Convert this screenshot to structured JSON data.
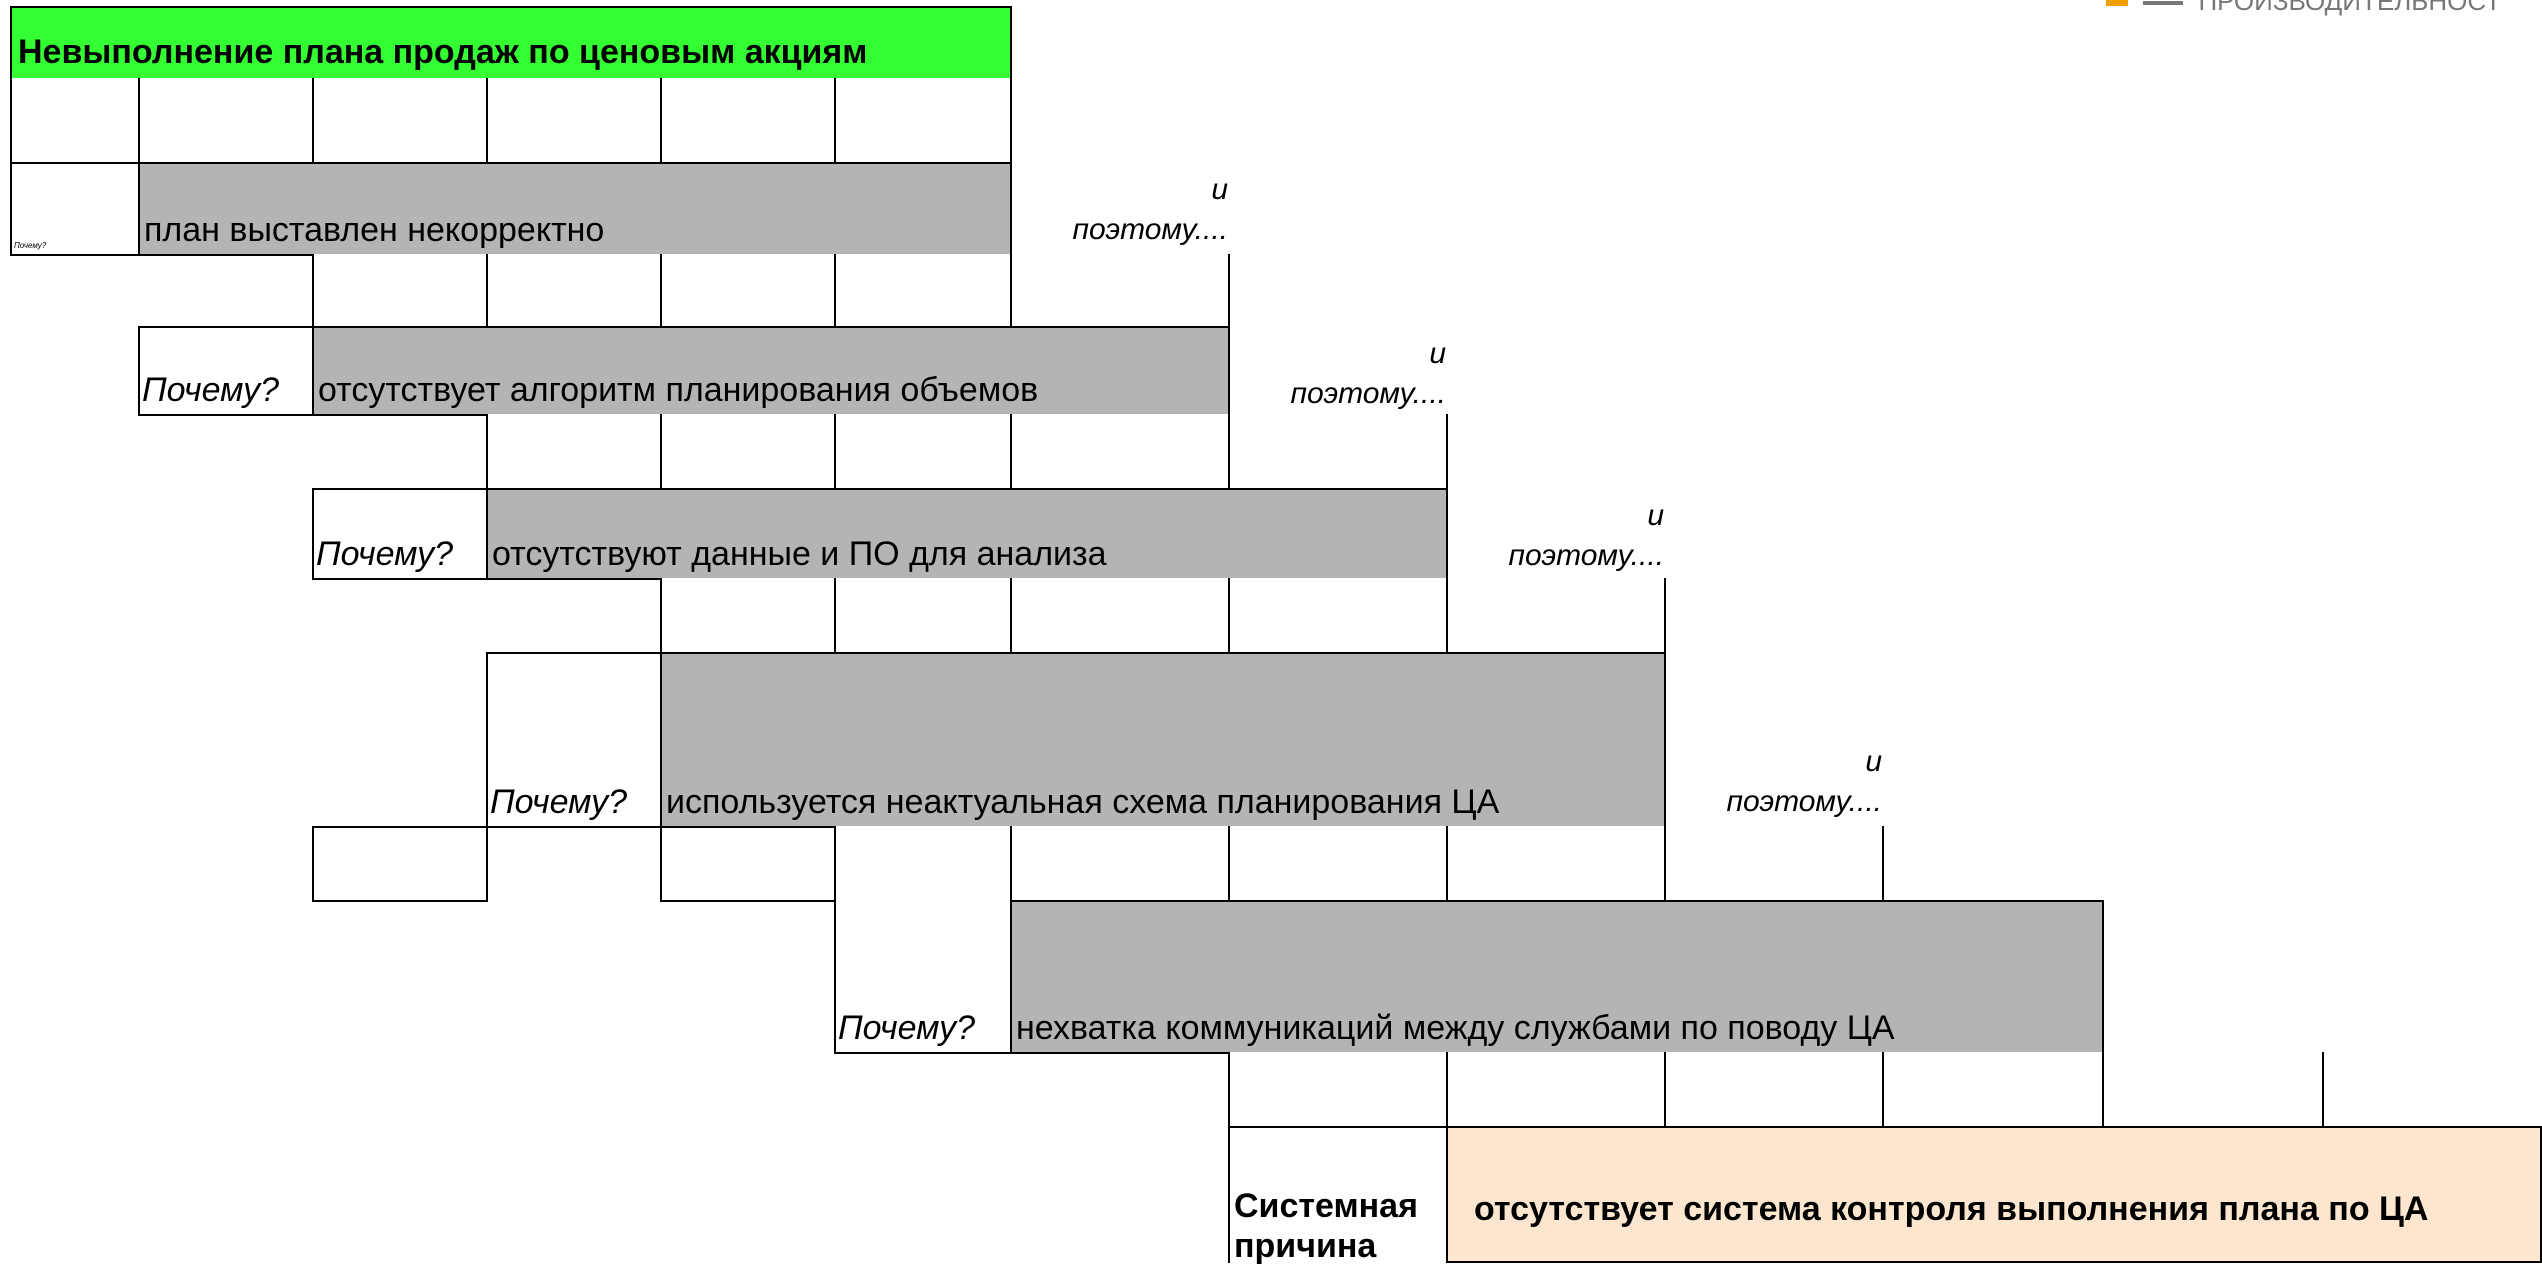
{
  "title": "Невыполнение плана продаж по ценовым акциям",
  "why_label": "Почему?",
  "and_label": "и",
  "therefore_label": "поэтому....",
  "causes": [
    "план выставлен некорректно",
    "отсутствует алгоритм планирования объемов",
    "отсутствуют данные и ПО для анализа",
    "используется неактуальная схема планирования ЦА",
    "нехватка коммуникаций между службами по поводу ЦА"
  ],
  "systemic_label": "Системная причина",
  "root_cause": "отсутствует система контроля выполнения плана по ЦА",
  "logo_text": "ПРОИЗВОДИТЕЛЬНОСТ",
  "colors": {
    "title_bg": "#33ff33",
    "cause_bg": "#b4b4b4",
    "root_bg": "#fde6cf"
  }
}
